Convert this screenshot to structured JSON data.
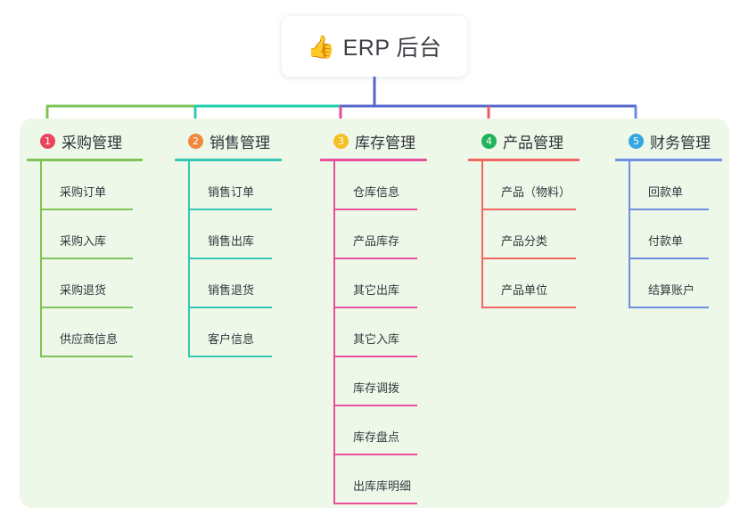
{
  "root": {
    "icon": "thumbs-up-icon",
    "emoji": "👍",
    "title": "ERP 后台"
  },
  "palette": {
    "panel_bg": "#eef8e9",
    "page_bg": "#ffffff",
    "title_text": "#3c3f45",
    "bus_green": "#7ec354",
    "bus_teal": "#1dcfb0",
    "bus_blue": "#5566cc",
    "drop_pink": "#e8489a",
    "drop_red": "#f05b5b"
  },
  "columns": [
    {
      "number": "1",
      "title": "采购管理",
      "badge_color": "#e8465e",
      "line_color": "#7ec354",
      "items": [
        {
          "label": "采购订单"
        },
        {
          "label": "采购入库"
        },
        {
          "label": "采购退货"
        },
        {
          "label": "供应商信息"
        }
      ]
    },
    {
      "number": "2",
      "title": "销售管理",
      "badge_color": "#f0873c",
      "line_color": "#35c7b4",
      "items": [
        {
          "label": "销售订单"
        },
        {
          "label": "销售出库"
        },
        {
          "label": "销售退货"
        },
        {
          "label": "客户信息"
        }
      ]
    },
    {
      "number": "3",
      "title": "库存管理",
      "badge_color": "#f5c024",
      "line_color": "#ea4e9e",
      "items": [
        {
          "label": "仓库信息"
        },
        {
          "label": "产品库存"
        },
        {
          "label": "其它出库"
        },
        {
          "label": "其它入库"
        },
        {
          "label": "库存调拨"
        },
        {
          "label": "库存盘点"
        },
        {
          "label": "出库库明细"
        }
      ]
    },
    {
      "number": "4",
      "title": "产品管理",
      "badge_color": "#21b35b",
      "line_color": "#f0655f",
      "items": [
        {
          "label": "产品（物料）"
        },
        {
          "label": "产品分类"
        },
        {
          "label": "产品单位"
        }
      ]
    },
    {
      "number": "5",
      "title": "财务管理",
      "badge_color": "#35a8e0",
      "line_color": "#6e8de0",
      "items": [
        {
          "label": "回款单"
        },
        {
          "label": "付款单"
        },
        {
          "label": "结算账户"
        }
      ]
    }
  ]
}
